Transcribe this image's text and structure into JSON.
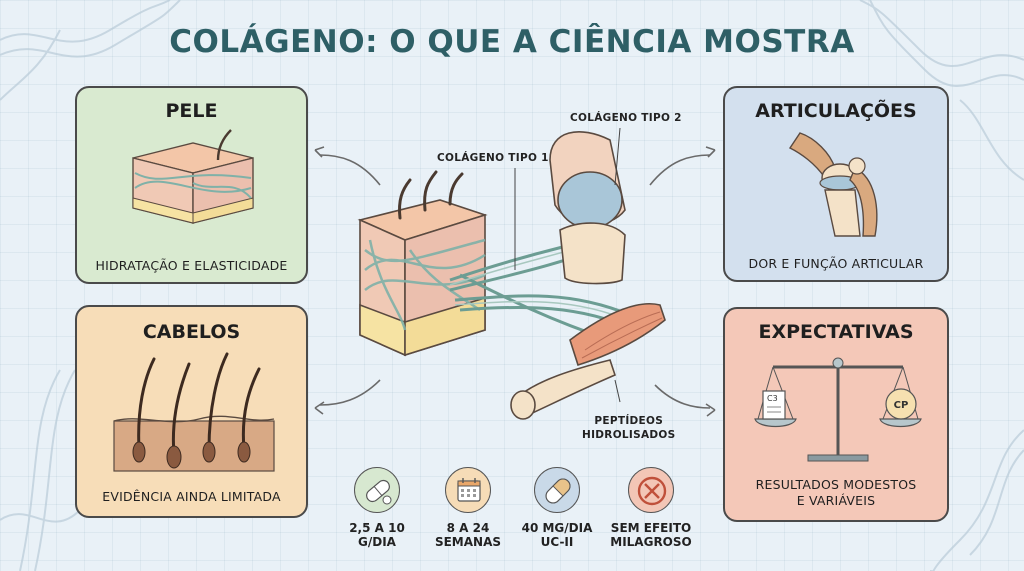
{
  "title": "Colágeno: o que a ciência mostra",
  "cards": {
    "pele": {
      "title": "PELE",
      "caption": "Hidratação e elasticidade",
      "color": "#d9ead0"
    },
    "articulacoes": {
      "title": "ARTICULAÇÕES",
      "caption": "Dor e função articular",
      "color": "#d3e0ee"
    },
    "cabelos": {
      "title": "CABELOS",
      "caption": "Evidência ainda limitada",
      "color": "#f7ddb8"
    },
    "expectativas": {
      "title": "EXPECTATIVAS",
      "caption_line1": "Resultados modestos",
      "caption_line2": "e variáveis",
      "color": "#f4c8b8",
      "scale_left_label": "C3",
      "scale_right_label": "CP"
    }
  },
  "center": {
    "label_tipo1": "Colágeno tipo 1",
    "label_tipo2": "Colágeno tipo 2",
    "label_peptideos_line1": "Peptídeos",
    "label_peptideos_line2": "hidrolisados"
  },
  "metrics": [
    {
      "icon": "pill-icon",
      "line1": "2,5 a 10",
      "line2": "g/dia",
      "color": "#d7e8d0"
    },
    {
      "icon": "calendar-icon",
      "line1": "8 a 24",
      "line2": "semanas",
      "color": "#f6dcb7"
    },
    {
      "icon": "capsule-icon",
      "line1": "40 mg/dia",
      "line2": "UC-II",
      "color": "#c9d9e8"
    },
    {
      "icon": "no-miracle-icon",
      "line1": "Sem efeito",
      "line2": "milagroso",
      "color": "#f3c6b6"
    }
  ]
}
